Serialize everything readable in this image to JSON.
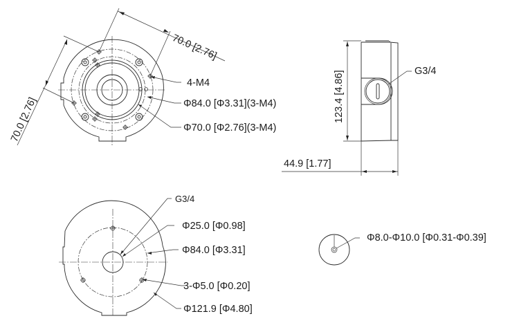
{
  "drawing": {
    "type": "mechanical-dimension-drawing",
    "stroke_color": "#2a2a2a",
    "background": "#ffffff"
  },
  "top_view": {
    "dim_diag_top": "70.0 [2.76]",
    "dim_diag_left": "70.0 [2.76]",
    "callout_holes": "4-M4",
    "callout_pcd84": "Φ84.0 [Φ3.31](3-M4)",
    "callout_pcd70": "Φ70.0 [Φ2.76](3-M4)"
  },
  "side_view": {
    "dim_height": "123.4 [4.86]",
    "dim_depth": "44.9 [1.77]",
    "callout_thread": "G3/4"
  },
  "bottom_view": {
    "callout_thread": "G3/4",
    "callout_bore": "Φ25.0 [Φ0.98]",
    "callout_pcd": "Φ84.0 [Φ3.31]",
    "callout_holes": "3-Φ5.0 [Φ0.20]",
    "callout_outer": "Φ121.9 [Φ4.80]"
  },
  "gland_detail": {
    "callout_cable": "Φ8.0-Φ10.0 [Φ0.31-Φ0.39]"
  }
}
